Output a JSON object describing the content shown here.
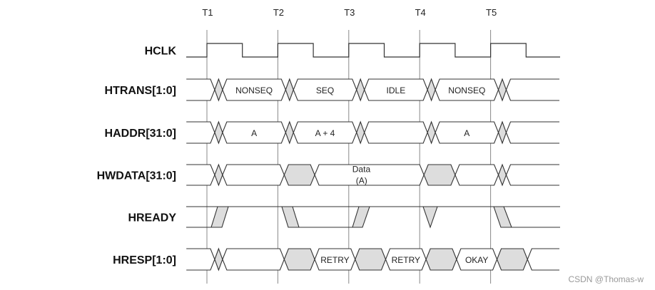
{
  "time_markers": [
    "T1",
    "T2",
    "T3",
    "T4",
    "T5"
  ],
  "signals": [
    {
      "name": "HCLK",
      "kind": "clock"
    },
    {
      "name": "HTRANS[1:0]",
      "kind": "bus",
      "segments": [
        {
          "t": [
            0.71,
            1.11
          ],
          "fill": "valid",
          "label": ""
        },
        {
          "t": [
            1.11,
            1.22
          ],
          "fill": "gray",
          "label": ""
        },
        {
          "t": [
            1.22,
            2.11
          ],
          "fill": "valid",
          "label": "NONSEQ"
        },
        {
          "t": [
            2.11,
            2.22
          ],
          "fill": "gray",
          "label": ""
        },
        {
          "t": [
            2.22,
            3.11
          ],
          "fill": "valid",
          "label": "SEQ"
        },
        {
          "t": [
            3.11,
            3.22
          ],
          "fill": "gray",
          "label": ""
        },
        {
          "t": [
            3.22,
            4.11
          ],
          "fill": "valid",
          "label": "IDLE"
        },
        {
          "t": [
            4.11,
            4.22
          ],
          "fill": "gray",
          "label": ""
        },
        {
          "t": [
            4.22,
            5.11
          ],
          "fill": "valid",
          "label": "NONSEQ"
        },
        {
          "t": [
            5.11,
            5.22
          ],
          "fill": "gray",
          "label": ""
        },
        {
          "t": [
            5.22,
            5.97
          ],
          "fill": "valid",
          "label": ""
        }
      ]
    },
    {
      "name": "HADDR[31:0]",
      "kind": "bus",
      "segments": [
        {
          "t": [
            0.71,
            1.11
          ],
          "fill": "valid",
          "label": ""
        },
        {
          "t": [
            1.11,
            1.22
          ],
          "fill": "gray",
          "label": ""
        },
        {
          "t": [
            1.22,
            2.11
          ],
          "fill": "valid",
          "label": "A"
        },
        {
          "t": [
            2.11,
            2.22
          ],
          "fill": "gray",
          "label": ""
        },
        {
          "t": [
            2.22,
            3.11
          ],
          "fill": "valid",
          "label": "A + 4"
        },
        {
          "t": [
            3.11,
            3.22
          ],
          "fill": "gray",
          "label": ""
        },
        {
          "t": [
            3.22,
            4.11
          ],
          "fill": "valid",
          "label": ""
        },
        {
          "t": [
            4.11,
            4.22
          ],
          "fill": "gray",
          "label": ""
        },
        {
          "t": [
            4.22,
            5.11
          ],
          "fill": "valid",
          "label": "A"
        },
        {
          "t": [
            5.11,
            5.22
          ],
          "fill": "gray",
          "label": ""
        },
        {
          "t": [
            5.22,
            5.97
          ],
          "fill": "valid",
          "label": ""
        }
      ]
    },
    {
      "name": "HWDATA[31:0]",
      "kind": "bus",
      "segments": [
        {
          "t": [
            0.71,
            1.11
          ],
          "fill": "valid",
          "label": ""
        },
        {
          "t": [
            1.11,
            1.22
          ],
          "fill": "gray",
          "label": ""
        },
        {
          "t": [
            1.22,
            2.09
          ],
          "fill": "valid",
          "label": ""
        },
        {
          "t": [
            2.09,
            2.52
          ],
          "fill": "gray",
          "label": ""
        },
        {
          "t": [
            2.52,
            4.06
          ],
          "fill": "valid",
          "label": "Data",
          "label2": "(A)"
        },
        {
          "t": [
            4.06,
            4.5
          ],
          "fill": "gray",
          "label": ""
        },
        {
          "t": [
            4.5,
            5.11
          ],
          "fill": "valid",
          "label": ""
        },
        {
          "t": [
            5.11,
            5.22
          ],
          "fill": "gray",
          "label": ""
        },
        {
          "t": [
            5.22,
            5.97
          ],
          "fill": "valid",
          "label": ""
        }
      ]
    },
    {
      "name": "HREADY",
      "kind": "ready"
    },
    {
      "name": "HRESP[1:0]",
      "kind": "bus",
      "segments": [
        {
          "t": [
            0.71,
            1.11
          ],
          "fill": "valid",
          "label": ""
        },
        {
          "t": [
            1.11,
            1.22
          ],
          "fill": "gray",
          "label": ""
        },
        {
          "t": [
            1.22,
            2.09
          ],
          "fill": "valid",
          "label": ""
        },
        {
          "t": [
            2.09,
            2.52
          ],
          "fill": "gray",
          "label": ""
        },
        {
          "t": [
            2.52,
            3.09
          ],
          "fill": "valid",
          "label": "RETRY"
        },
        {
          "t": [
            3.09,
            3.52
          ],
          "fill": "gray",
          "label": ""
        },
        {
          "t": [
            3.52,
            4.09
          ],
          "fill": "valid",
          "label": "RETRY"
        },
        {
          "t": [
            4.09,
            4.52
          ],
          "fill": "gray",
          "label": ""
        },
        {
          "t": [
            4.52,
            5.09
          ],
          "fill": "valid",
          "label": "OKAY"
        },
        {
          "t": [
            5.09,
            5.52
          ],
          "fill": "gray",
          "label": ""
        },
        {
          "t": [
            5.52,
            5.97
          ],
          "fill": "valid",
          "label": ""
        }
      ]
    }
  ],
  "watermark": "CSDN @Thomas-w",
  "colors": {
    "line": "#333333",
    "gray": "#dddddd",
    "marker": "#888888"
  }
}
